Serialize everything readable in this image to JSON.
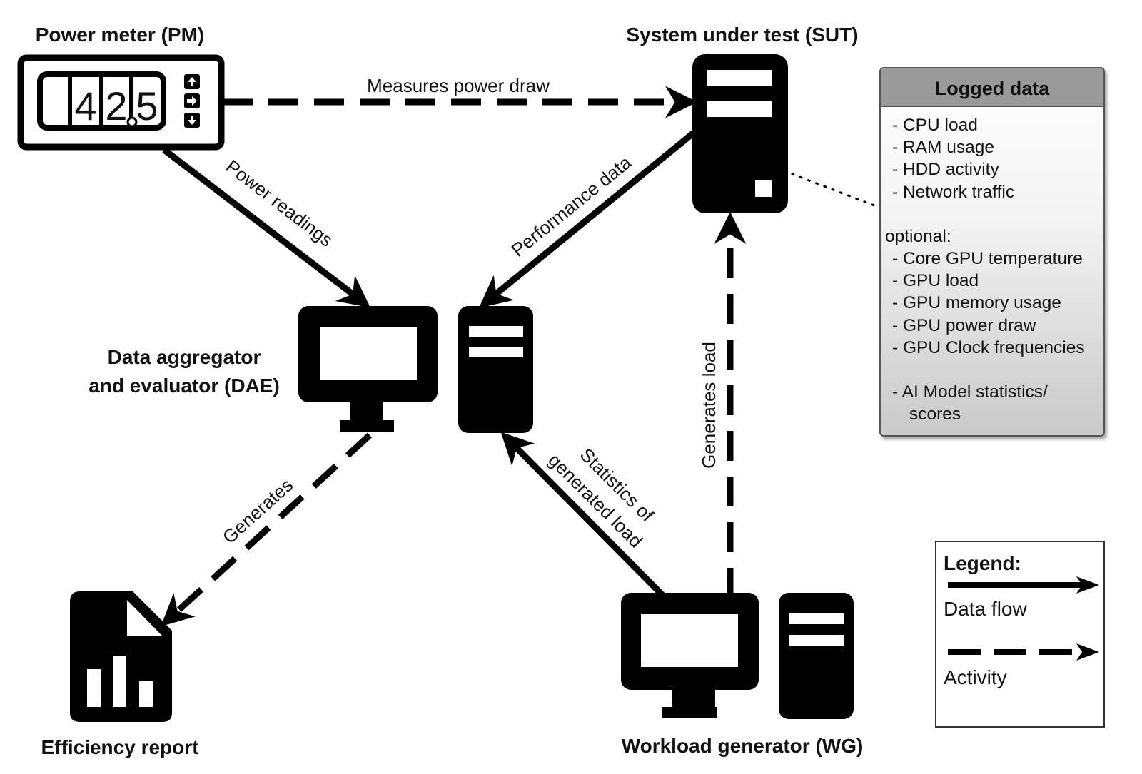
{
  "nodes": {
    "power_meter": {
      "title": "Power meter (PM)",
      "display_digits": [
        "",
        "4",
        "2",
        "5"
      ],
      "display_value": "42.5"
    },
    "sut": {
      "title": "System under test (SUT)"
    },
    "dae": {
      "title_line1": "Data aggregator",
      "title_line2": "and evaluator (DAE)"
    },
    "report": {
      "title": "Efficiency report"
    },
    "wg": {
      "title": "Workload generator (WG)"
    }
  },
  "edges": {
    "measures_power": {
      "label": "Measures power draw",
      "type": "activity"
    },
    "power_readings": {
      "label": "Power readings",
      "type": "data_flow"
    },
    "performance_data": {
      "label": "Performance data",
      "type": "data_flow"
    },
    "generates": {
      "label": "Generates",
      "type": "activity"
    },
    "statistics_line1": {
      "label": "Statistics of",
      "type": "data_flow"
    },
    "statistics_line2": {
      "label": "generated load"
    },
    "generates_load": {
      "label": "Generates load",
      "type": "activity"
    }
  },
  "logged_data": {
    "title": "Logged data",
    "items": [
      "- CPU load",
      "- RAM usage",
      "- HDD activity",
      "- Network traffic"
    ],
    "optional_label": "optional:",
    "optional_items": [
      "- Core GPU temperature",
      "- GPU load",
      "- GPU memory usage",
      "- GPU power draw",
      "- GPU Clock frequencies"
    ],
    "ai_item_line1": "- AI Model statistics/",
    "ai_item_line2": "scores"
  },
  "legend": {
    "title": "Legend:",
    "entries": [
      {
        "label": "Data flow",
        "style": "solid"
      },
      {
        "label": "Activity",
        "style": "dashed"
      }
    ]
  }
}
